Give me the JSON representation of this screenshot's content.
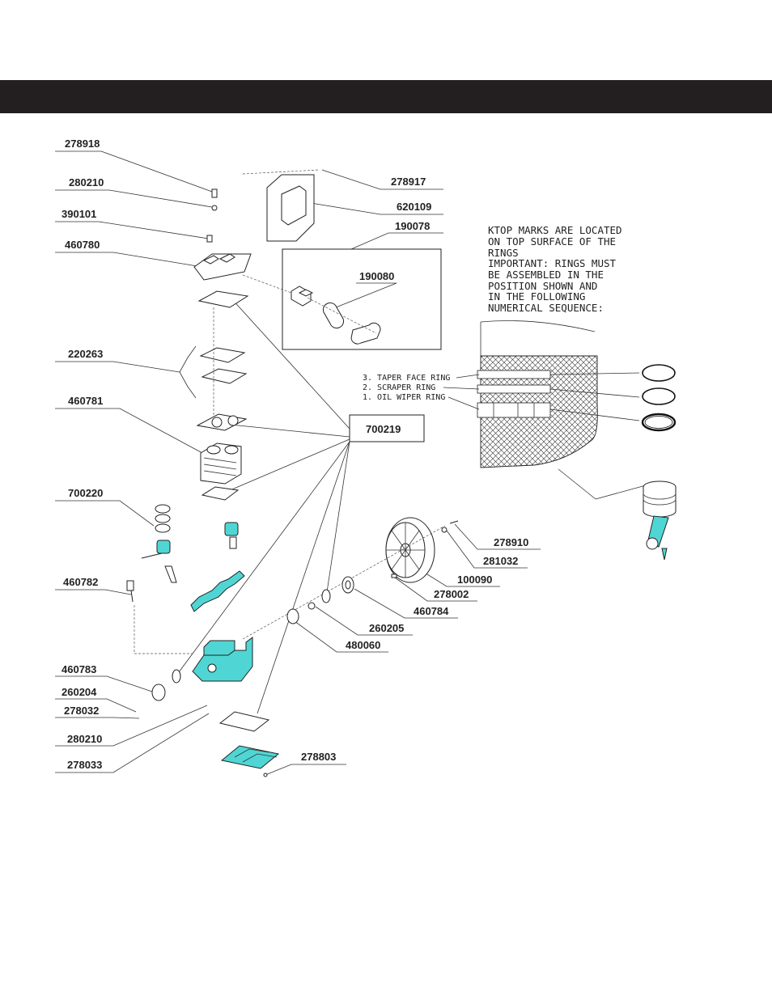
{
  "parts": {
    "p278918": "278918",
    "p280210a": "280210",
    "p390101": "390101",
    "p460780": "460780",
    "p278917": "278917",
    "p620109": "620109",
    "p190078": "190078",
    "p190080": "190080",
    "p220263": "220263",
    "p460781": "460781",
    "p700219": "700219",
    "p700220": "700220",
    "p460782": "460782",
    "p460783": "460783",
    "p260204": "260204",
    "p278032": "278032",
    "p280210b": "280210",
    "p278033": "278033",
    "p278803": "278803",
    "p278910": "278910",
    "p281032": "281032",
    "p100090": "100090",
    "p278002": "278002",
    "p460784": "460784",
    "p260205": "260205",
    "p480060": "480060"
  },
  "note": {
    "line1": "KTOP MARKS ARE LOCATED",
    "line2": "ON TOP SURFACE OF THE",
    "line3": "RINGS",
    "line4": "IMPORTANT: RINGS MUST",
    "line5": "BE ASSEMBLED IN THE",
    "line6": "POSITION SHOWN AND",
    "line7": "IN THE FOLLOWING",
    "line8": "NUMERICAL SEQUENCE:"
  },
  "rings": {
    "r3": "3. TAPER FACE RING",
    "r2": "2. SCRAPER RING",
    "r1": "1. OIL WIPER RING"
  },
  "colors": {
    "header_bar": "#231f20",
    "highlight": "#4fd6d4"
  }
}
